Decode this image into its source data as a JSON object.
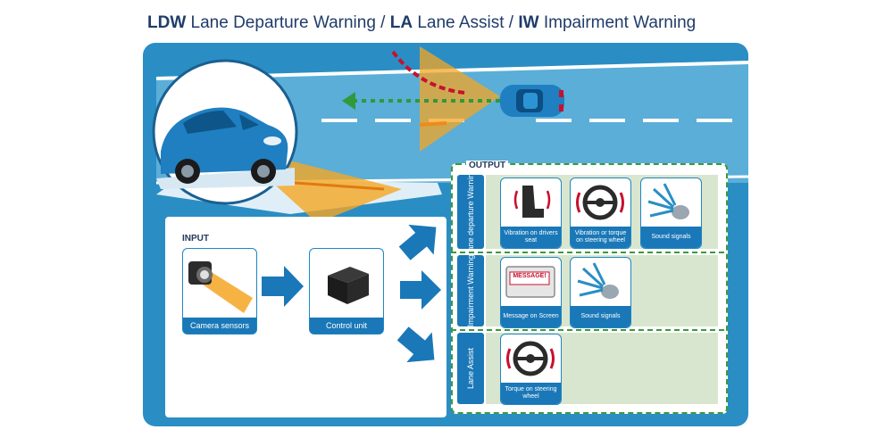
{
  "title": {
    "p1_abbr": "LDW",
    "p1_text": " Lane Departure Warning / ",
    "p2_abbr": "LA",
    "p2_text": " Lane Assist / ",
    "p3_abbr": "IW",
    "p3_text": " Impairment Warning"
  },
  "input": {
    "label": "INPUT",
    "camera_label": "Camera sensors",
    "control_label": "Control unit"
  },
  "output": {
    "label": "OUTPUT",
    "rows": [
      {
        "label": "Lane departure Warning",
        "items": [
          "Vibration on drivers seat",
          "Vibration or torque on steering wheel",
          "Sound signals"
        ]
      },
      {
        "label": "Impairment Warning",
        "items": [
          "Message on Screen",
          "Sound signals"
        ],
        "message_text": "MESSAGE!"
      },
      {
        "label": "Lane Assist",
        "items": [
          "Torque on steering wheel"
        ]
      }
    ]
  },
  "colors": {
    "frame_blue": "#2a8ec4",
    "dark_blue": "#1a78b8",
    "title_navy": "#1f3c6a",
    "output_green": "#3a9a3a",
    "row_green": "#d9e6cf",
    "beam_orange": "#f5a623",
    "warning_red": "#c8102e"
  }
}
